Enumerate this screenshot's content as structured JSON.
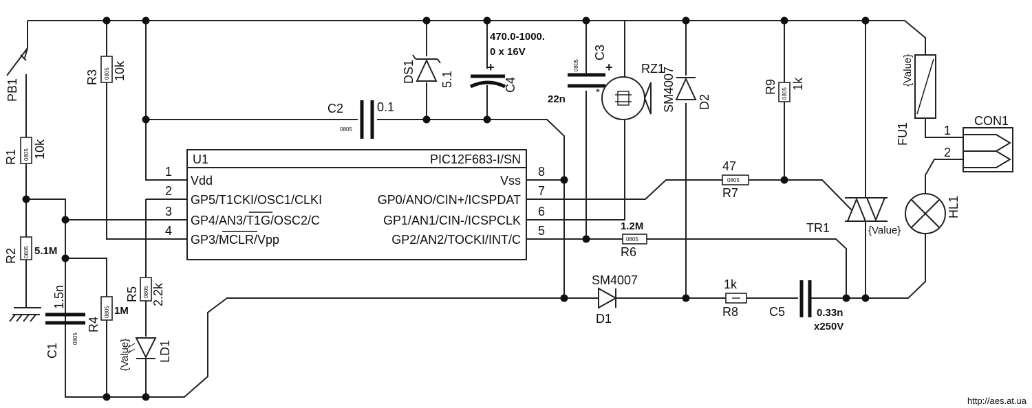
{
  "ic": {
    "ref": "U1",
    "part": "PIC12F683-I/SN",
    "pins": [
      {
        "num": "1",
        "name": "Vdd"
      },
      {
        "num": "2",
        "name": "GP5/T1CKI/OSC1/CLKI"
      },
      {
        "num": "3",
        "name": "GP4/AN3/T1G/OSC2/C"
      },
      {
        "num": "4",
        "name": "GP3/MCLR/Vpp"
      },
      {
        "num": "5",
        "name": "GP2/AN2/TOCKI/INT/C"
      },
      {
        "num": "6",
        "name": "GP1/AN1/CIN-/ICSPCLK"
      },
      {
        "num": "7",
        "name": "GP0/ANO/CIN+/ICSPDAT"
      },
      {
        "num": "8",
        "name": "Vss"
      }
    ]
  },
  "components": {
    "pb1": {
      "ref": "PB1"
    },
    "r1": {
      "ref": "R1",
      "value": "10k",
      "pkg": "0805"
    },
    "r2": {
      "ref": "R2",
      "value": "5.1M",
      "pkg": "0805"
    },
    "r3": {
      "ref": "R3",
      "value": "10k",
      "pkg": "0805"
    },
    "r4": {
      "ref": "R4",
      "value": "1M",
      "pkg": "0805"
    },
    "r5": {
      "ref": "R5",
      "value": "2.2k",
      "pkg": "0805"
    },
    "r6": {
      "ref": "R6",
      "value": "1.2M",
      "pkg": "0805"
    },
    "r7": {
      "ref": "R7",
      "value": "47",
      "pkg": "0805"
    },
    "r8": {
      "ref": "R8",
      "value": "1k"
    },
    "r9": {
      "ref": "R9",
      "value": "1k",
      "pkg": "0805"
    },
    "c1": {
      "ref": "C1",
      "value": "1.5n",
      "pkg": "0805"
    },
    "c2": {
      "ref": "C2",
      "value": "0.1",
      "pkg": "0805"
    },
    "c3": {
      "ref": "C3",
      "value": "22n",
      "pkg": "0805"
    },
    "c4": {
      "ref": "C4",
      "value_line1": "470.0-1000.",
      "value_line2": "0 x 16V"
    },
    "c5": {
      "ref": "C5",
      "value_line1": "0.33n",
      "value_line2": "x250V"
    },
    "ds1": {
      "ref": "DS1",
      "value": "5.1"
    },
    "d1": {
      "ref": "D1",
      "value": "SM4007"
    },
    "d2": {
      "ref": "D2",
      "value": "SM4007"
    },
    "ld1": {
      "ref": "LD1",
      "value": "{Value}"
    },
    "rz1": {
      "ref": "RZ1",
      "mark": "*"
    },
    "tr1": {
      "ref": "TR1",
      "value": "{Value}"
    },
    "fu1": {
      "ref": "FU1",
      "value": "{Value}"
    },
    "hl1": {
      "ref": "HL1"
    },
    "con1": {
      "ref": "CON1",
      "pin1": "1",
      "pin2": "2"
    }
  },
  "watermark": "http://aes.at.ua"
}
